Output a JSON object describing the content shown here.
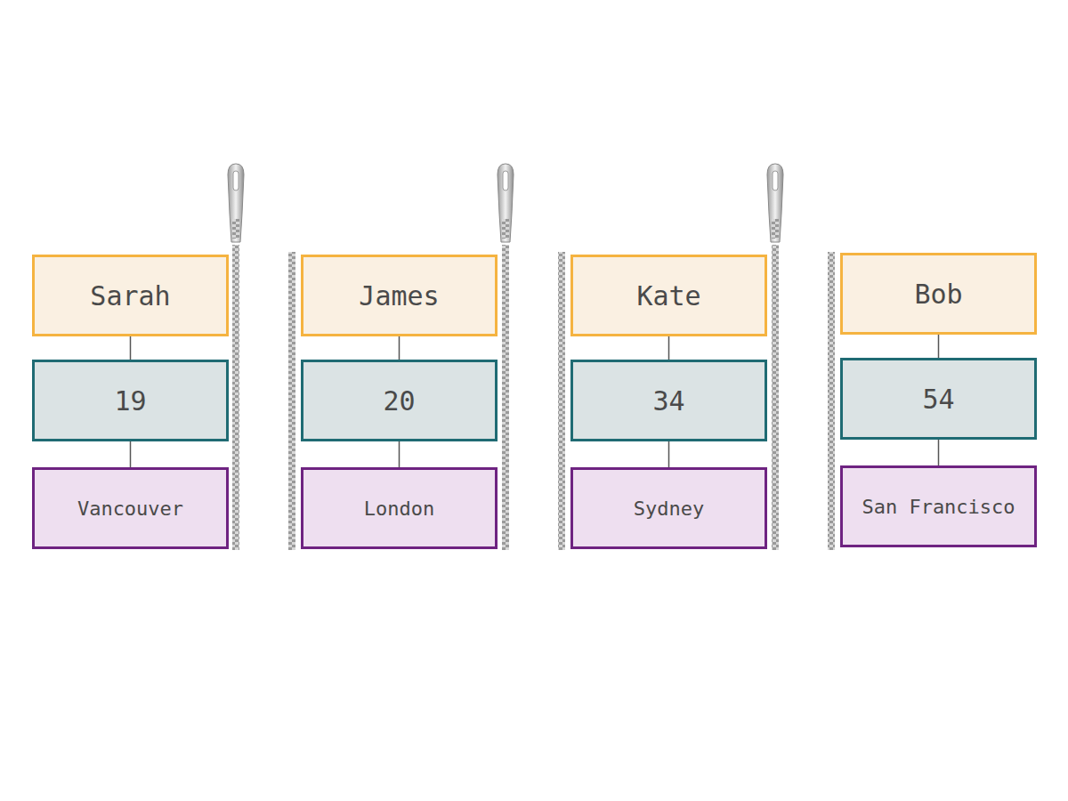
{
  "diagram": {
    "nodes": [
      {
        "text": [
          "Sarah"
        ]
      },
      {
        "text": [
          "19"
        ]
      },
      {
        "text": [
          "Vancouver"
        ]
      },
      {
        "text": [
          "James"
        ]
      },
      {
        "text": [
          "20"
        ]
      },
      {
        "text": [
          "London"
        ]
      },
      {
        "text": [
          "Kate"
        ]
      },
      {
        "text": [
          "34"
        ]
      },
      {
        "text": [
          "Sydney"
        ]
      },
      {
        "text": [
          "Bob"
        ]
      },
      {
        "text": [
          "54"
        ]
      },
      {
        "text": [
          "San Francisco"
        ]
      }
    ],
    "edges": [
      {
        "from": 0,
        "to": 1,
        "arrow": "none"
      },
      {
        "from": 1,
        "to": 2,
        "arrow": "none"
      },
      {
        "from": 3,
        "to": 4,
        "arrow": "none"
      },
      {
        "from": 4,
        "to": 5,
        "arrow": "none"
      },
      {
        "from": 6,
        "to": 7,
        "arrow": "none"
      },
      {
        "from": 7,
        "to": 8,
        "arrow": "none"
      },
      {
        "from": 9,
        "to": 10,
        "arrow": "none"
      },
      {
        "from": 10,
        "to": 11,
        "arrow": "none"
      }
    ]
  }
}
